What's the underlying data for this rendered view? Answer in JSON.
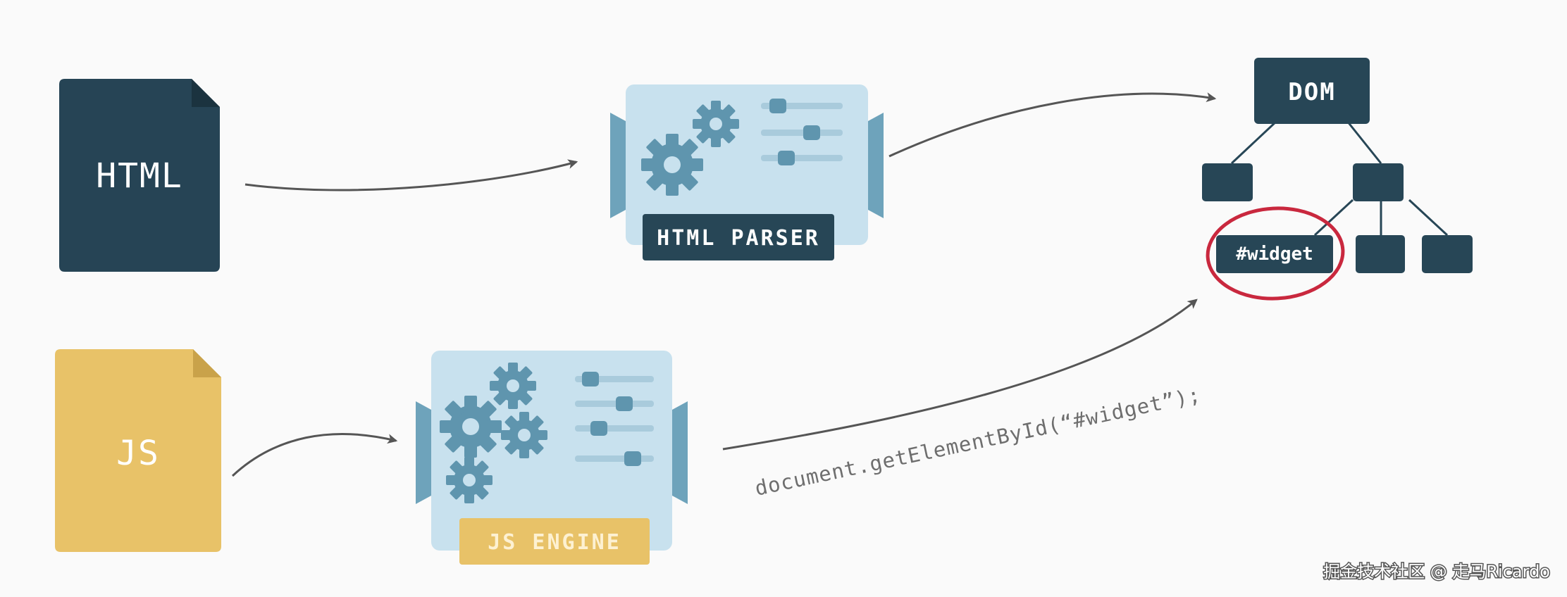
{
  "diagram": {
    "html_file_label": "HTML",
    "js_file_label": "JS",
    "html_parser_label": "HTML PARSER",
    "js_engine_label": "JS ENGINE",
    "dom_label": "DOM",
    "widget_label": "#widget",
    "code_text": "document.getElementById(“#widget”);",
    "watermark": "掘金技术社区 @ 走马Ricardo"
  },
  "colors": {
    "background": "#fafafa",
    "dark_teal": "#274656",
    "html_file": "#264455",
    "html_file_fold": "#1b333f",
    "js_file": "#e8c268",
    "js_file_fold": "#c9a24a",
    "machine_body": "#c8e1ee",
    "machine_side": "#6ea3bb",
    "gear": "#5f95ae",
    "slider_track": "#a9cbdc",
    "slider_knob": "#5f95ae",
    "parser_label_bg": "#274656",
    "engine_label_bg": "#e8c268",
    "label_text_light": "#ffffff",
    "engine_label_text": "#fdf1d2",
    "highlight_ring": "#c9283e",
    "arrow": "#555555",
    "code_text": "#6e6e6e",
    "watermark_text": "#ffffff"
  }
}
